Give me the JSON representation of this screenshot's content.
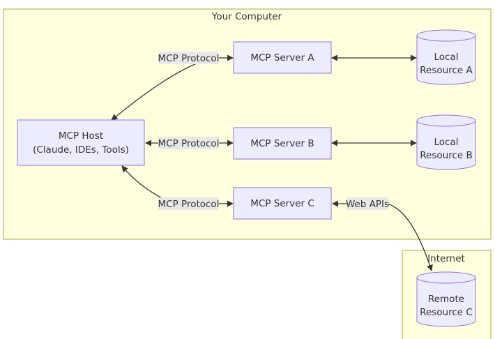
{
  "clusters": {
    "computer": "Your Computer",
    "internet": "Internet"
  },
  "nodes": {
    "host_line1": "MCP Host",
    "host_line2": "(Claude, IDEs, Tools)",
    "server_a": "MCP Server A",
    "server_b": "MCP Server B",
    "server_c": "MCP Server C",
    "local_a_line1": "Local",
    "local_a_line2": "Resource A",
    "local_b_line1": "Local",
    "local_b_line2": "Resource B",
    "remote_c_line1": "Remote",
    "remote_c_line2": "Resource C"
  },
  "edges": {
    "protocol_a": "MCP Protocol",
    "protocol_b": "MCP Protocol",
    "protocol_c": "MCP Protocol",
    "web_apis": "Web APIs"
  },
  "colors": {
    "cluster_fill": "#ffffde",
    "cluster_stroke": "#aaaa33",
    "node_fill": "#ECECFF",
    "node_stroke": "#9370DB",
    "edge": "#333333",
    "label_bg": "#e8e8e8"
  }
}
